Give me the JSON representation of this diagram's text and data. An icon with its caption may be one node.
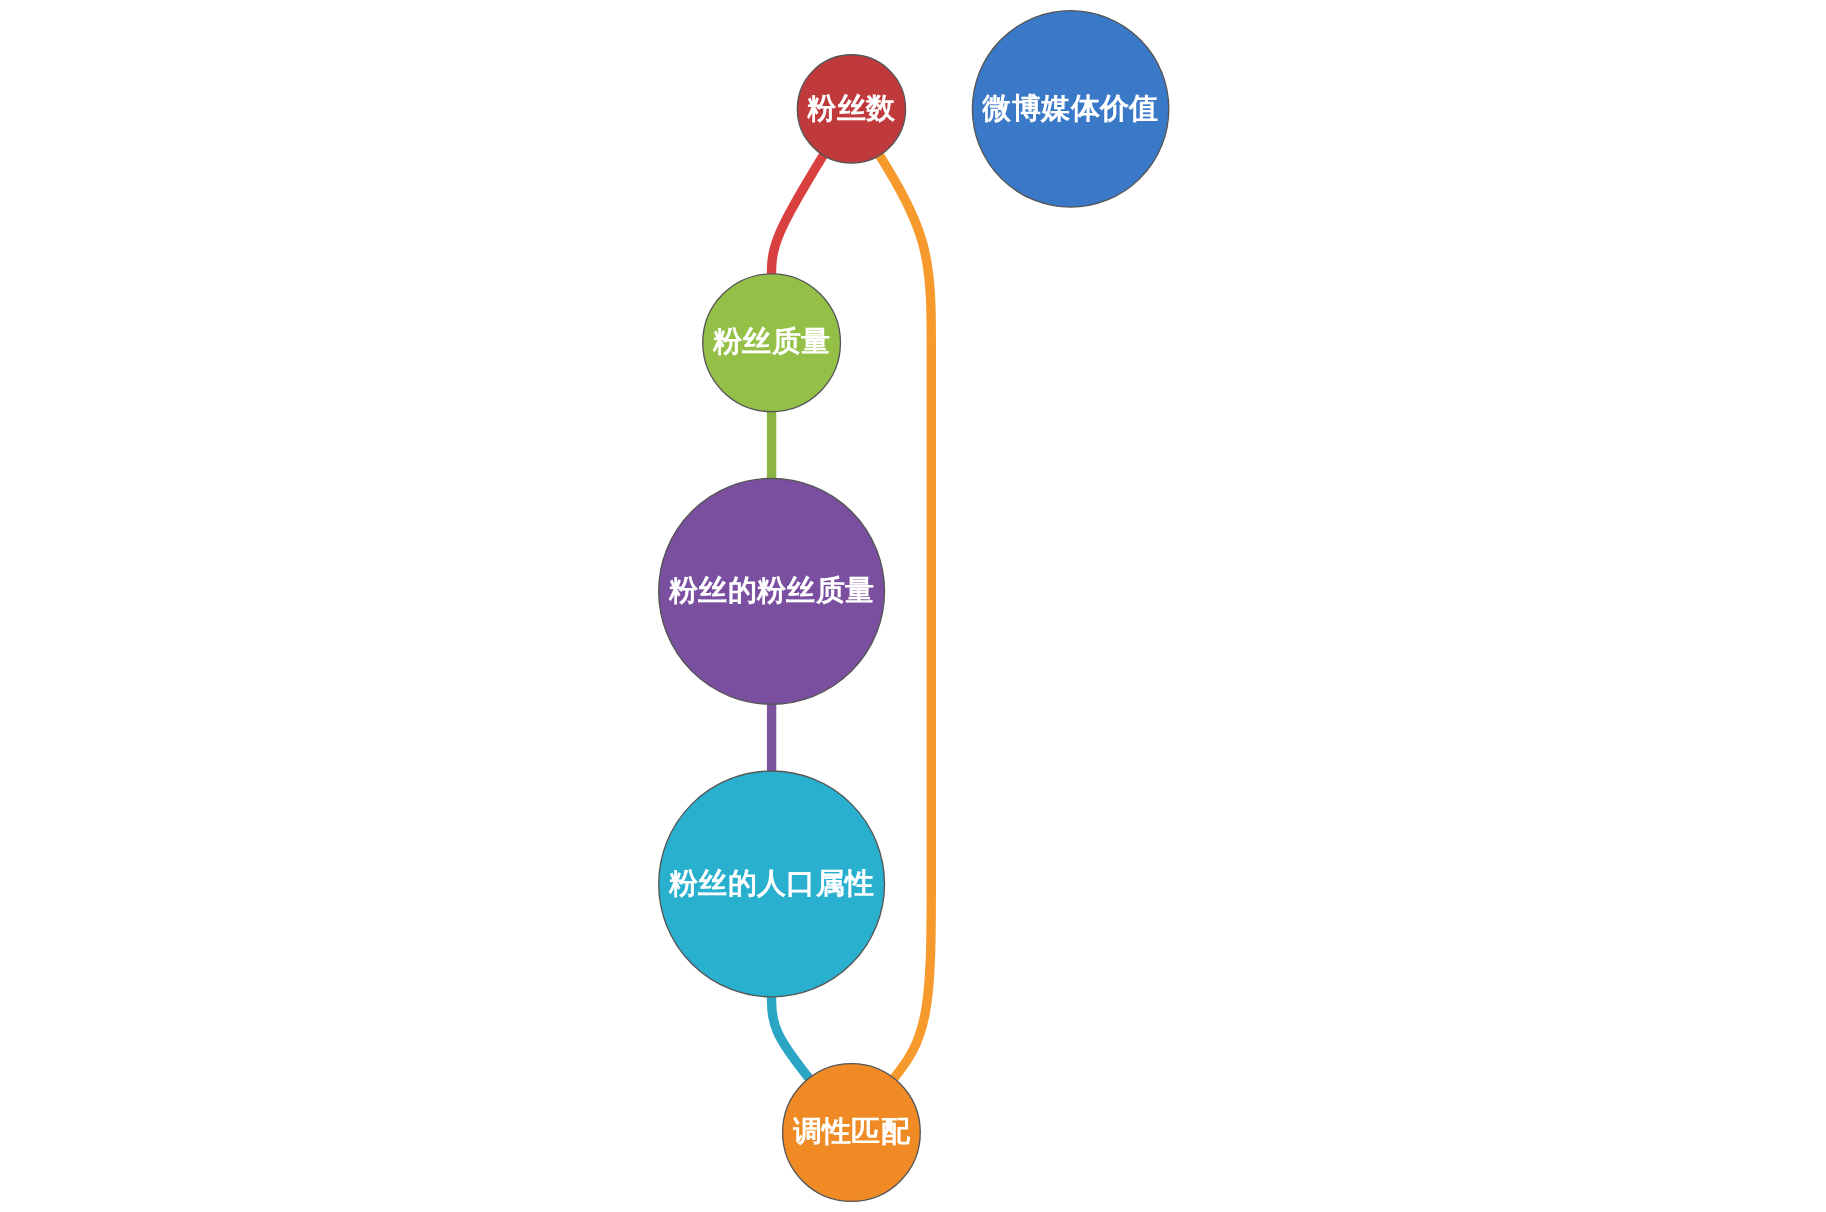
{
  "diagram": {
    "nodes": [
      {
        "text": [
          "粉丝数"
        ]
      },
      {
        "text": [
          "调性匹配"
        ]
      },
      {
        "text": [
          "微博媒体价值"
        ]
      },
      {
        "text": [
          "粉丝质量"
        ]
      },
      {
        "text": [
          "粉丝的人口属性"
        ]
      },
      {
        "text": [
          "粉丝的粉丝质量"
        ]
      }
    ],
    "edges": [
      {
        "from": 0,
        "to": 3,
        "arrow": "none",
        "color": "#d94040"
      },
      {
        "from": 3,
        "to": 5,
        "arrow": "none",
        "color": "#8cb543"
      },
      {
        "from": 5,
        "to": 4,
        "arrow": "none",
        "color": "#7b55a0"
      },
      {
        "from": 4,
        "to": 1,
        "arrow": "none",
        "color": "#2aa5c4"
      },
      {
        "from": 1,
        "to": 0,
        "arrow": "none",
        "color": "#f79a2e"
      }
    ]
  }
}
